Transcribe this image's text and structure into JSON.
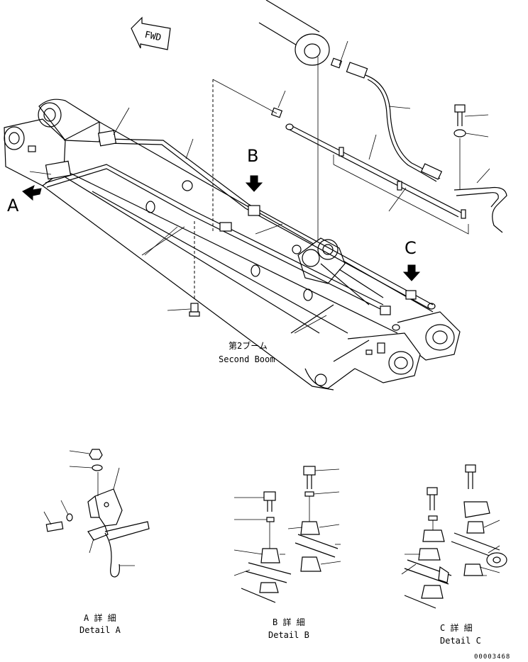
{
  "fwd_label": "FWD",
  "view_letters": {
    "a": "A",
    "b": "B",
    "c": "C"
  },
  "main_caption": {
    "jp": "第2ブーム",
    "en": "Second Boom"
  },
  "details": [
    {
      "jp": "A 詳 細",
      "en": "Detail A"
    },
    {
      "jp": "B 詳 細",
      "en": "Detail B"
    },
    {
      "jp": "C 詳 細",
      "en": "Detail C"
    }
  ],
  "drawing_number": "00003468"
}
